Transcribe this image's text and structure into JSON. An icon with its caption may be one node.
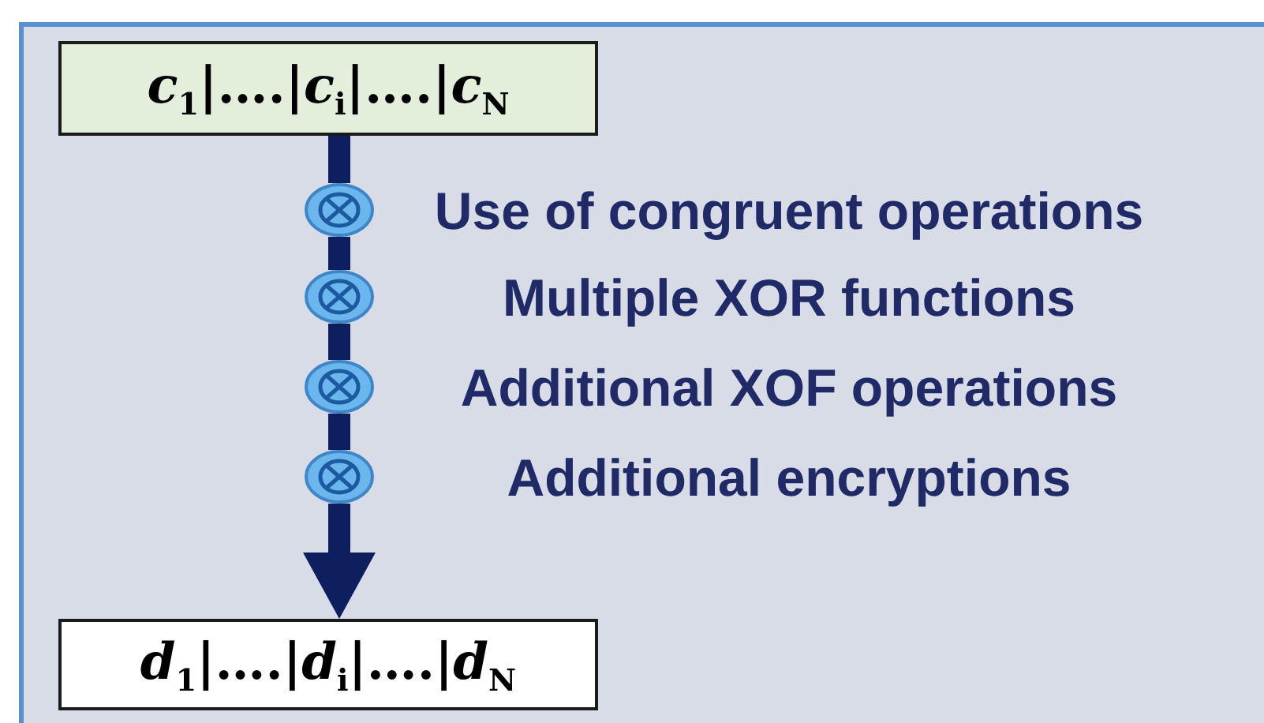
{
  "diagram": {
    "nodes": [
      {
        "text": [
          "*c*$_{1}$|….|*c*$_{i}$|….|*c*$_{N}$"
        ]
      },
      {
        "text": [
          "*d*$_{1}$|….|*d*$_{i}$|….|*d*$_{N}$"
        ]
      },
      {
        "text": [],
        "shape": "circle",
        "beside": [
          "Use of congruent operations"
        ]
      },
      {
        "text": [],
        "shape": "circle",
        "beside": [
          "Multiple XOR functions"
        ]
      },
      {
        "text": [],
        "shape": "circle",
        "beside": [
          "Additional XOF operations"
        ]
      },
      {
        "text": [],
        "shape": "circle",
        "beside": [
          "Additional encryptions"
        ]
      }
    ],
    "edges": [
      {
        "from": 0,
        "to": 2,
        "arrow": "none"
      },
      {
        "from": 2,
        "to": 3,
        "arrow": "none"
      },
      {
        "from": 3,
        "to": 4,
        "arrow": "none"
      },
      {
        "from": 4,
        "to": 5,
        "arrow": "none"
      },
      {
        "from": 5,
        "to": 1,
        "arrow": "to"
      }
    ]
  }
}
